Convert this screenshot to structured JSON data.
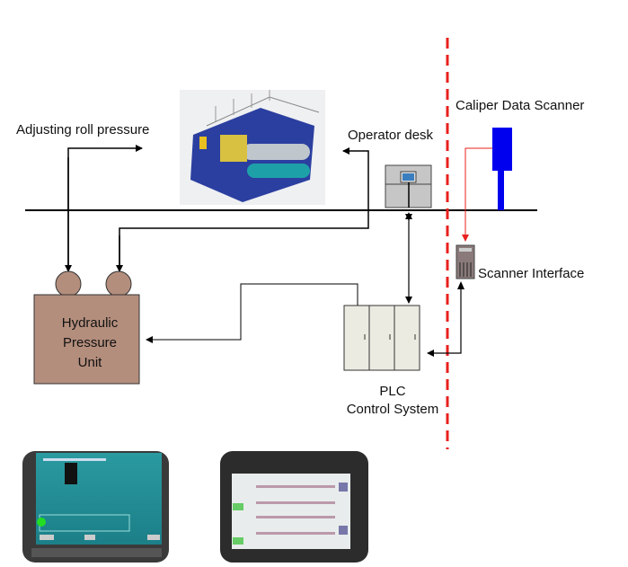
{
  "labels": {
    "adjusting": "Adjusting roll pressure",
    "operator_desk": "Operator desk",
    "caliper_scanner": "Caliper Data Scanner",
    "scanner_interface": "Scanner Interface",
    "hydraulic": [
      "Hydraulic",
      "Pressure",
      "Unit"
    ],
    "plc": [
      "PLC",
      "Control System"
    ]
  },
  "colors": {
    "hydraulic_unit": "#b48e7d",
    "scanner": "#0000ee",
    "boundary": "#e8201e",
    "signal": "#e8201e",
    "cabinet": "#ecebe2",
    "desk": "#c6c6c6"
  },
  "icons": [
    "press-machine-image",
    "operator-desk-icon",
    "plc-cabinet-icon",
    "server-icon",
    "scanner-icon",
    "hmi-screen-image"
  ]
}
